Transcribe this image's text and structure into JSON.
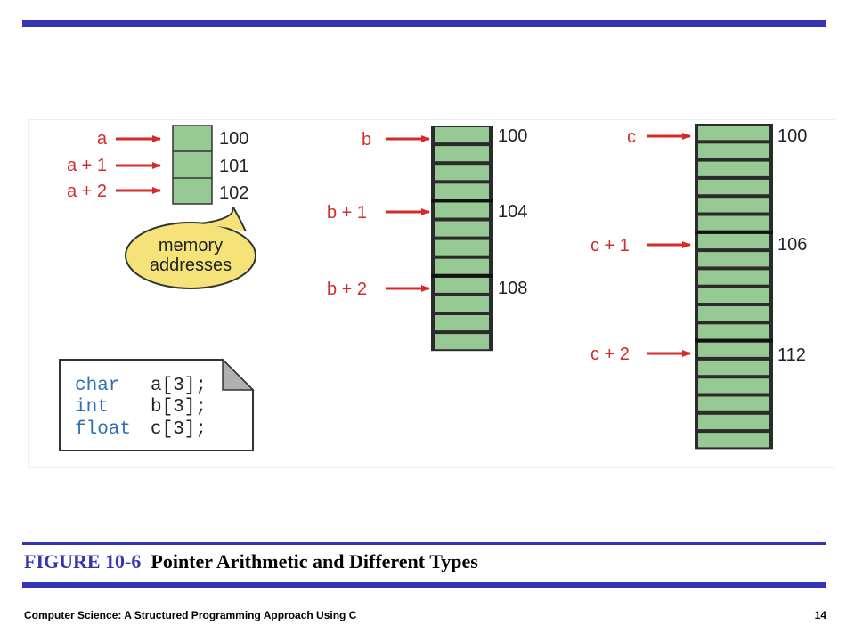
{
  "diagram": {
    "char_pointers": [
      "a",
      "a + 1",
      "a + 2"
    ],
    "char_addresses": [
      "100",
      "101",
      "102"
    ],
    "bubble": {
      "line1": "memory",
      "line2": "addresses"
    },
    "int_pointers": [
      "b",
      "b + 1",
      "b + 2"
    ],
    "int_addresses": [
      "100",
      "104",
      "108"
    ],
    "float_pointers": [
      "c",
      "c + 1",
      "c + 2"
    ],
    "float_addresses": [
      "100",
      "106",
      "112"
    ],
    "code": [
      {
        "type": "char",
        "decl": "a[3];"
      },
      {
        "type": "int",
        "decl": "b[3];"
      },
      {
        "type": "float",
        "decl": "c[3];"
      }
    ],
    "colors": {
      "cell": "#97c994",
      "arrow": "#d42a2a",
      "bubble": "#f5e37a",
      "keyword": "#2f6fb3"
    }
  },
  "caption": {
    "number": "FIGURE 10-6",
    "title": "Pointer Arithmetic and Different Types"
  },
  "footer": {
    "book": "Computer Science: A Structured Programming Approach Using C",
    "page": "14"
  },
  "theme": {
    "rule_color": "#3333b3"
  }
}
